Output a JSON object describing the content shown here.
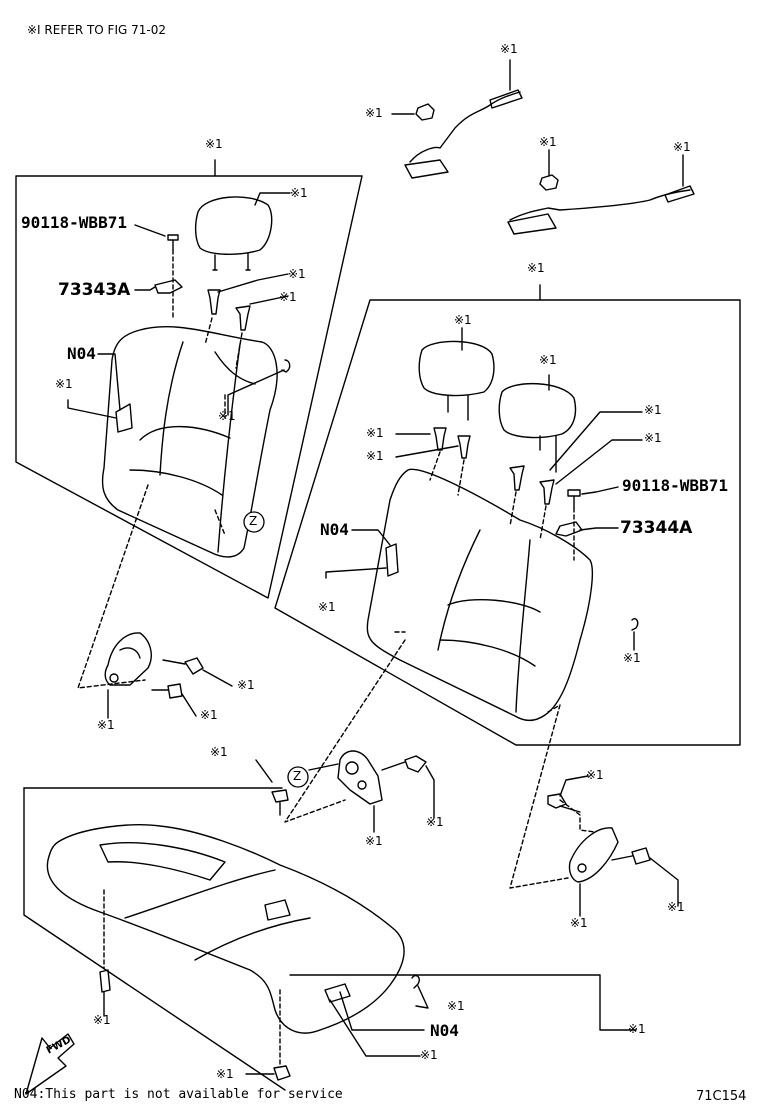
{
  "header": {
    "note": "※I REFER TO FIG 71-02"
  },
  "ref_mark": "※1",
  "part_numbers": {
    "bolt_left": "90118-WBB71",
    "bolt_right": "90118-WBB71",
    "guide_left": "73343A",
    "guide_right": "73344A",
    "n04": "N04"
  },
  "zone_marker": "Z",
  "fwd_label": "FWD",
  "footer": {
    "service_note": "N04:This part is not available for service",
    "figure_code": "71C154"
  }
}
